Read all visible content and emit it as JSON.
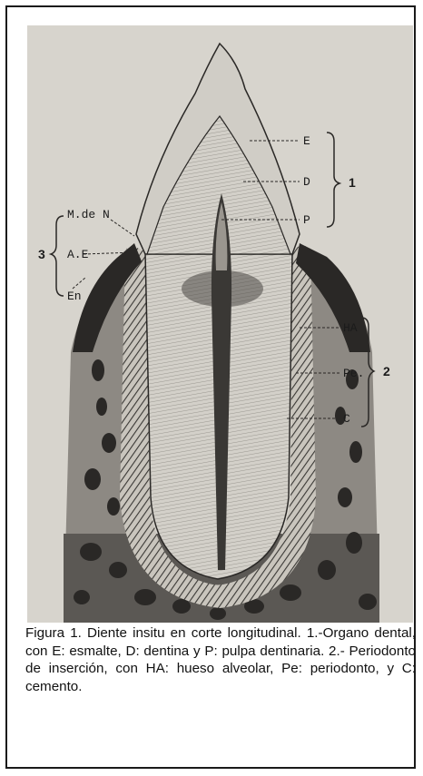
{
  "labels": {
    "e": "E",
    "d": "D",
    "p": "P",
    "group1": "1",
    "mden": "M.de N",
    "ae": "A.E",
    "en": "En",
    "group3": "3",
    "ha": "HA",
    "pe": "Pe.",
    "c": "C",
    "group2": "2"
  },
  "caption": {
    "text": "Figura 1. Diente insitu en corte longitudinal. 1.-Organo dental, con E: esmalte, D: dentina y P: pulpa dentinaria. 2.- Periodonto de inserción, con HA: hueso alveolar, Pe: periodonto, y C: cemento."
  },
  "colors": {
    "paper": "#d7d4cd",
    "ink": "#1b1b1b",
    "bone": "#2a2826"
  }
}
